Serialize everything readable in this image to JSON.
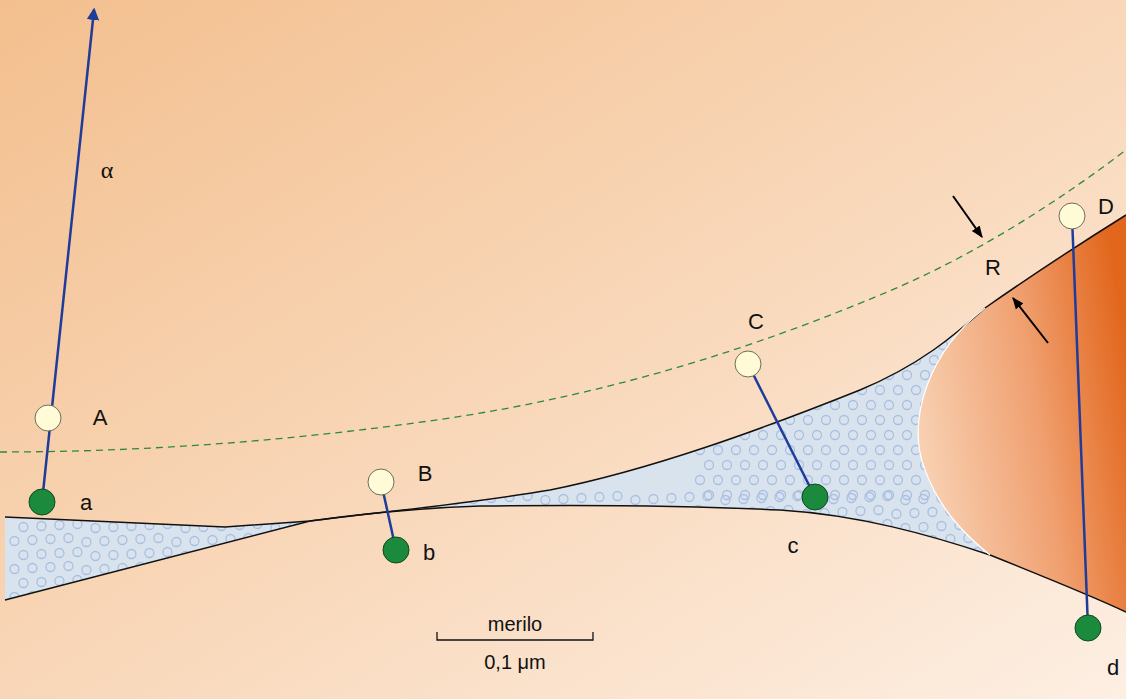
{
  "diagram": {
    "labels": [
      "α",
      "A",
      "a",
      "B",
      "b",
      "C",
      "c",
      "R",
      "D",
      "d",
      "merilo",
      "0,1 μm"
    ]
  }
}
